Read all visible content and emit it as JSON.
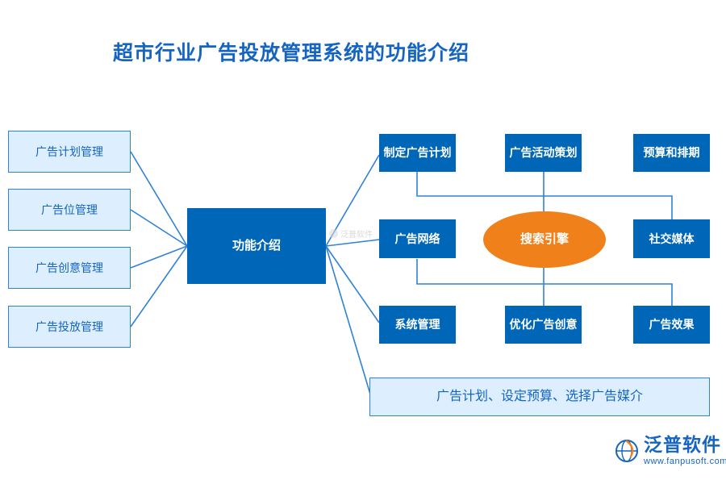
{
  "title": "超市行业广告投放管理系统的功能介绍",
  "center": {
    "label": "功能介绍"
  },
  "left_nodes": [
    {
      "label": "广告计划管理"
    },
    {
      "label": "广告位管理"
    },
    {
      "label": "广告创意管理"
    },
    {
      "label": "广告投放管理"
    }
  ],
  "right_rows": [
    [
      {
        "label": "制定广告计划",
        "style": "solid"
      },
      {
        "label": "广告活动策划",
        "style": "solid"
      },
      {
        "label": "预算和排期",
        "style": "solid"
      }
    ],
    [
      {
        "label": "广告网络",
        "style": "solid"
      },
      {
        "label": "搜索引擎",
        "style": "oval"
      },
      {
        "label": "社交媒体",
        "style": "solid"
      }
    ],
    [
      {
        "label": "系统管理",
        "style": "solid"
      },
      {
        "label": "优化广告创意",
        "style": "solid"
      },
      {
        "label": "广告效果",
        "style": "solid"
      }
    ]
  ],
  "banner": {
    "label": "广告计划、设定预算、选择广告媒介"
  },
  "watermark": {
    "text": "泛普软件"
  },
  "logo": {
    "name": "泛普软件",
    "url": "www.fanpusoft.com"
  },
  "colors": {
    "accent_blue": "#0067b8",
    "light_blue": "#ddeeff",
    "title_blue": "#1565c0",
    "orange": "#f0811a",
    "line": "#2f82d8"
  }
}
